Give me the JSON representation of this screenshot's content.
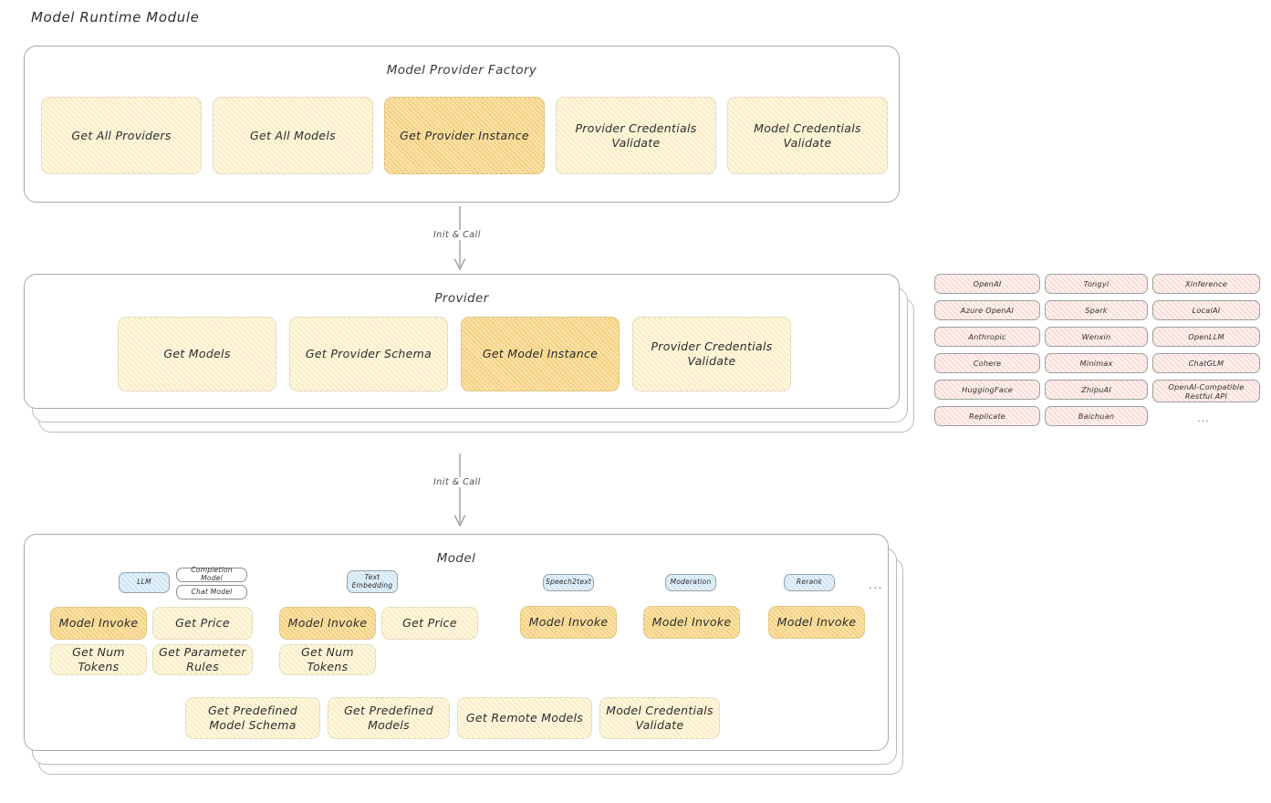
{
  "page": {
    "title": "Model Runtime Module"
  },
  "factory": {
    "title": "Model Provider Factory",
    "nodes": [
      {
        "label": "Get All Providers",
        "highlight": false
      },
      {
        "label": "Get All Models",
        "highlight": false
      },
      {
        "label": "Get Provider Instance",
        "highlight": true
      },
      {
        "label": "Provider Credentials Validate",
        "highlight": false
      },
      {
        "label": "Model Credentials Validate",
        "highlight": false
      }
    ]
  },
  "arrow1": {
    "label": "Init & Call"
  },
  "provider": {
    "title": "Provider",
    "nodes": [
      {
        "label": "Get Models",
        "highlight": false
      },
      {
        "label": "Get Provider Schema",
        "highlight": false
      },
      {
        "label": "Get Model Instance",
        "highlight": true
      },
      {
        "label": "Provider Credentials Validate",
        "highlight": false
      }
    ]
  },
  "provider_list": {
    "columns": [
      [
        "OpenAI",
        "Azure OpenAI",
        "Anthropic",
        "Cohere",
        "HuggingFace",
        "Replicate"
      ],
      [
        "Tongyi",
        "Spark",
        "Wenxin",
        "Minimax",
        "ZhipuAI",
        "Baichuan"
      ],
      [
        "Xinference",
        "LocalAI",
        "OpenLLM",
        "ChatGLM",
        "OpenAI-Compatible Restful API"
      ]
    ],
    "more": "..."
  },
  "arrow2": {
    "label": "Init & Call"
  },
  "model": {
    "title": "Model",
    "more": "...",
    "types": [
      {
        "name": "LLM",
        "subtypes": [
          "Completion Model",
          "Chat Model"
        ],
        "ops": [
          {
            "label": "Model Invoke",
            "highlight": true
          },
          {
            "label": "Get Price",
            "highlight": false
          },
          {
            "label": "Get Num Tokens",
            "highlight": false
          },
          {
            "label": "Get Parameter Rules",
            "highlight": false
          }
        ]
      },
      {
        "name": "Text Embedding",
        "subtypes": [],
        "ops": [
          {
            "label": "Model Invoke",
            "highlight": true
          },
          {
            "label": "Get Price",
            "highlight": false
          },
          {
            "label": "Get Num Tokens",
            "highlight": false
          }
        ]
      },
      {
        "name": "Speech2text",
        "subtypes": [],
        "ops": [
          {
            "label": "Model Invoke",
            "highlight": true
          }
        ]
      },
      {
        "name": "Moderation",
        "subtypes": [],
        "ops": [
          {
            "label": "Model Invoke",
            "highlight": true
          }
        ]
      },
      {
        "name": "Rerank",
        "subtypes": [],
        "ops": [
          {
            "label": "Model Invoke",
            "highlight": true
          }
        ]
      }
    ],
    "common_ops": [
      {
        "label": "Get Predefined Model Schema",
        "highlight": false
      },
      {
        "label": "Get Predefined Models",
        "highlight": false
      },
      {
        "label": "Get Remote Models",
        "highlight": false
      },
      {
        "label": "Model Credentials Validate",
        "highlight": false
      }
    ]
  },
  "colors": {
    "cream_fill": "#fdf6e0",
    "gold_fill": "#fae2ab",
    "pink_fill": "#fdf0ee",
    "blue_fill": "#e2f0fa",
    "border": "#a9a9a9"
  }
}
